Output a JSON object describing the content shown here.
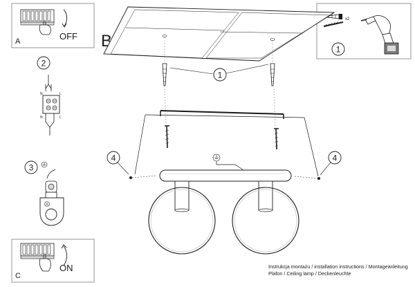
{
  "panels": {
    "a": {
      "letter": "A",
      "switch_label": "OFF"
    },
    "b": {
      "letter": "B"
    },
    "c": {
      "letter": "C",
      "switch_label": "ON"
    }
  },
  "steps": {
    "screw": "1",
    "connector": "2",
    "ground": "3",
    "side_screw": "4"
  },
  "toolbox": {
    "quantity": "x2",
    "step": "1"
  },
  "connector": {
    "terminal_n": "N",
    "terminal_l": "L"
  },
  "caption": {
    "line1": "Instrukcja montażu / installation instructions / Montageanleitung",
    "line2": "Plafon / Ceiling lamp / Deckenleuchte"
  },
  "colors": {
    "line": "#1a1a1a",
    "frame": "#7a7a7a",
    "shade": "#c8c8c8"
  }
}
